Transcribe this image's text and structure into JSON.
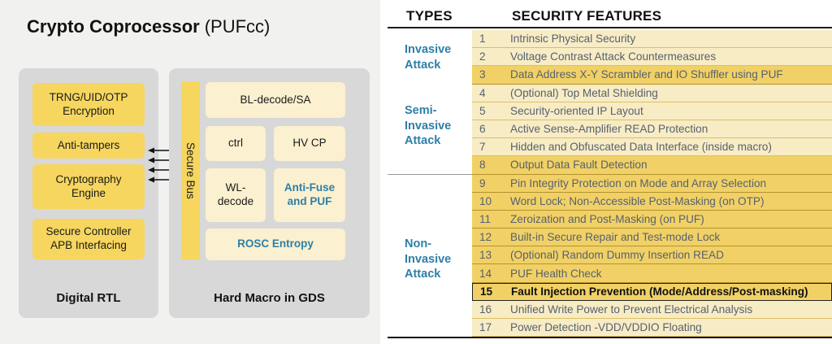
{
  "diagram": {
    "title_bold": "Crypto Coprocessor",
    "title_suffix": "(PUFcc)",
    "left_panel": {
      "label": "Digital RTL",
      "blocks": [
        "TRNG/UID/OTP\nEncryption",
        "Anti-tampers",
        "Cryptography\nEngine",
        "Secure Controller\nAPB Interfacing"
      ]
    },
    "bus_label": "Secure Bus",
    "right_panel": {
      "label": "Hard Macro in GDS",
      "blocks": [
        "BL-decode/SA",
        "ctrl",
        "HV CP",
        "WL-\ndecode",
        "Anti-Fuse\nand PUF",
        "ROSC Entropy"
      ]
    }
  },
  "table": {
    "headers": {
      "types": "TYPES",
      "features": "SECURITY FEATURES"
    },
    "groups": [
      {
        "label": "Invasive\nAttack"
      },
      {
        "label": "Semi-\nInvasive\nAttack"
      },
      {
        "label": "Non-\nInvasive\nAttack"
      }
    ],
    "rows": [
      {
        "num": "1",
        "text": "Intrinsic Physical Security",
        "variant": "cream"
      },
      {
        "num": "2",
        "text": "Voltage Contrast Attack Countermeasures",
        "variant": "cream"
      },
      {
        "num": "3",
        "text": "Data Address X-Y Scrambler and IO Shuffler using PUF",
        "variant": "gold"
      },
      {
        "num": "4",
        "text": "(Optional) Top Metal Shielding",
        "variant": "cream"
      },
      {
        "num": "5",
        "text": "Security-oriented IP Layout",
        "variant": "cream"
      },
      {
        "num": "6",
        "text": "Active Sense-Amplifier READ Protection",
        "variant": "cream"
      },
      {
        "num": "7",
        "text": "Hidden and Obfuscated Data Interface (inside macro)",
        "variant": "cream"
      },
      {
        "num": "8",
        "text": "Output Data Fault Detection",
        "variant": "gold"
      },
      {
        "num": "9",
        "text": "Pin Integrity Protection on Mode and Array Selection",
        "variant": "gold"
      },
      {
        "num": "10",
        "text": "Word Lock; Non-Accessible Post-Masking (on OTP)",
        "variant": "gold"
      },
      {
        "num": "11",
        "text": "Zeroization and Post-Masking (on PUF)",
        "variant": "gold"
      },
      {
        "num": "12",
        "text": "Built-in Secure Repair and Test-mode Lock",
        "variant": "gold"
      },
      {
        "num": "13",
        "text": "(Optional) Random Dummy Insertion READ",
        "variant": "gold"
      },
      {
        "num": "14",
        "text": "PUF Health Check",
        "variant": "gold"
      },
      {
        "num": "15",
        "text": "Fault Injection Prevention (Mode/Address/Post-masking)",
        "variant": "gold",
        "emphasis": true
      },
      {
        "num": "16",
        "text": "Unified Write Power to Prevent Electrical Analysis",
        "variant": "cream"
      },
      {
        "num": "17",
        "text": "Power Detection -VDD/VDDIO Floating",
        "variant": "cream"
      }
    ]
  },
  "colors": {
    "accent_blue": "#2e7fa7",
    "bright_yellow": "#f6d65f",
    "cream_block": "#fbf0cf",
    "panel_gray": "#d8d8d8",
    "left_background": "#f1f1f0",
    "table_row_cream": "#f8ecc5",
    "table_row_gold": "#f1d166",
    "row_text_gray": "#57616e"
  }
}
